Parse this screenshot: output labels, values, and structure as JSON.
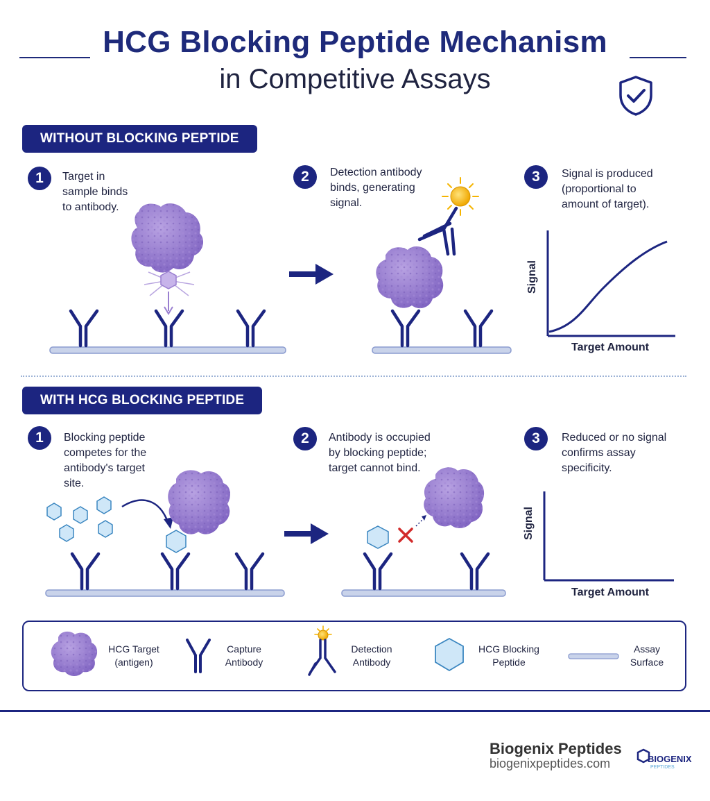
{
  "title": {
    "line1": "HCG Blocking Peptide Mechanism",
    "line2": "in Competitive Assays"
  },
  "colors": {
    "navy": "#1c2580",
    "target_purple": "#9a7fd0",
    "peptide_blue": "#cfe7f8",
    "surface": "#c9d3ea",
    "glow": "#f5b400",
    "block_x": "#d22b2b"
  },
  "icons": {
    "header": "shield-check-icon",
    "arrow": "arrow-right-icon"
  },
  "section_without": {
    "banner": "WITHOUT BLOCKING PEPTIDE",
    "steps": [
      {
        "num": "1",
        "lines": [
          "Target in",
          "sample binds",
          "to antibody."
        ]
      },
      {
        "num": "2",
        "lines": [
          "Detection antibody",
          "binds, generating",
          "signal."
        ]
      },
      {
        "num": "3",
        "lines": [
          "Signal is produced",
          "(proportional to",
          "amount of target)."
        ]
      }
    ],
    "graph": {
      "ylabel": "Signal",
      "xlabel": "Target Amount"
    }
  },
  "section_with": {
    "banner": "WITH HCG BLOCKING PEPTIDE",
    "steps": [
      {
        "num": "1",
        "lines": [
          "Blocking peptide",
          "competes for the",
          "antibody's target",
          "site."
        ]
      },
      {
        "num": "2",
        "lines": [
          "Antibody is occupied",
          "by blocking peptide;",
          "target cannot bind."
        ]
      },
      {
        "num": "3",
        "lines": [
          "Reduced or no signal",
          "confirms assay",
          "specificity."
        ]
      }
    ],
    "graph": {
      "ylabel": "Signal",
      "xlabel": "Target Amount"
    }
  },
  "legend": [
    {
      "lines": [
        "HCG Target",
        "(antigen)"
      ]
    },
    {
      "lines": [
        "Capture",
        "Antibody"
      ]
    },
    {
      "lines": [
        "Detection",
        "Antibody"
      ]
    },
    {
      "lines": [
        "HCG Blocking",
        "Peptide"
      ]
    },
    {
      "lines": [
        "Assay",
        "Surface"
      ]
    }
  ],
  "footer": {
    "brand": "Biogenix Peptides",
    "site": "biogenixpeptides.com",
    "logo_word": "BIOGENIX",
    "logo_sub": "PEPTIDES"
  }
}
